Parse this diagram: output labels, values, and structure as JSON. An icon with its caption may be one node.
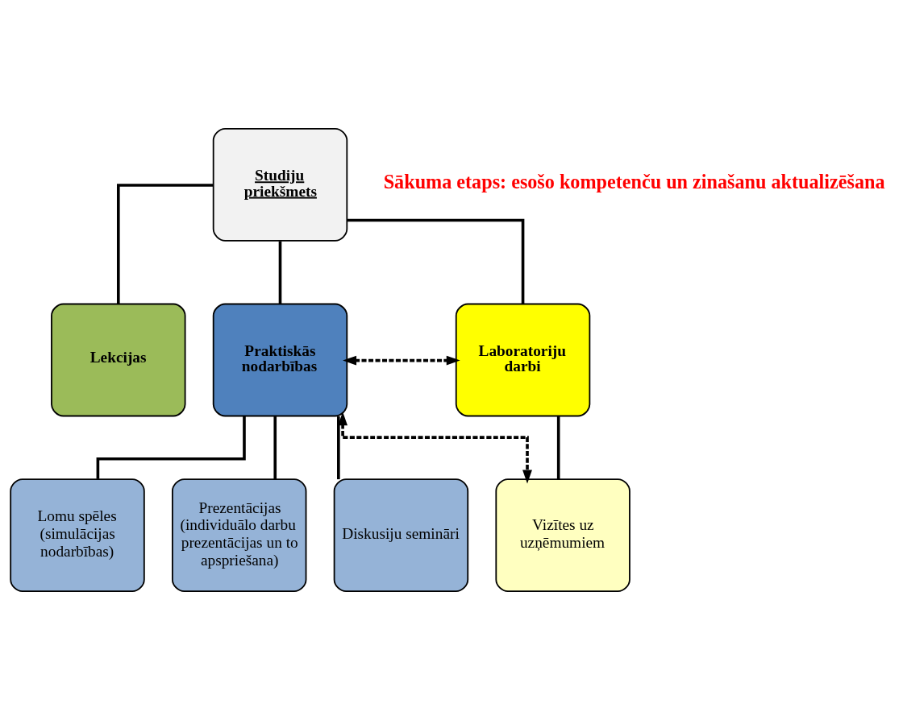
{
  "diagram": {
    "nodes": [
      {
        "text": [
          "Studiju priekšmets"
        ]
      },
      {
        "text": [
          "Lekcijas"
        ]
      },
      {
        "text": [
          "Praktiskās nodarbības"
        ]
      },
      {
        "text": [
          "Laboratoriju darbi"
        ]
      },
      {
        "text": [
          "Lomu spēles (simulācijas nodarbības)"
        ]
      },
      {
        "text": [
          "Prezentācijas (individuālo darbu prezentācijas un to apspriešana)"
        ]
      },
      {
        "text": [
          "Diskusiju semināri"
        ]
      },
      {
        "text": [
          "Vizītes uz uzņēmumiem"
        ]
      }
    ],
    "edges": [
      {
        "from": 0,
        "to": 1,
        "arrow": "none"
      },
      {
        "from": 0,
        "to": 2,
        "arrow": "none"
      },
      {
        "from": 0,
        "to": 3,
        "arrow": "none"
      },
      {
        "from": 2,
        "to": 3,
        "arrow": "both",
        "style": "dashed"
      },
      {
        "from": 2,
        "to": 7,
        "arrow": "both",
        "style": "dashed"
      },
      {
        "from": 2,
        "to": 4,
        "arrow": "none"
      },
      {
        "from": 2,
        "to": 5,
        "arrow": "none"
      },
      {
        "from": 2,
        "to": 6,
        "arrow": "none"
      },
      {
        "from": 3,
        "to": 7,
        "arrow": "none"
      }
    ],
    "labels": [
      "Sākuma etaps: esošo kompetenču un zinašanu aktualizēšana"
    ]
  }
}
